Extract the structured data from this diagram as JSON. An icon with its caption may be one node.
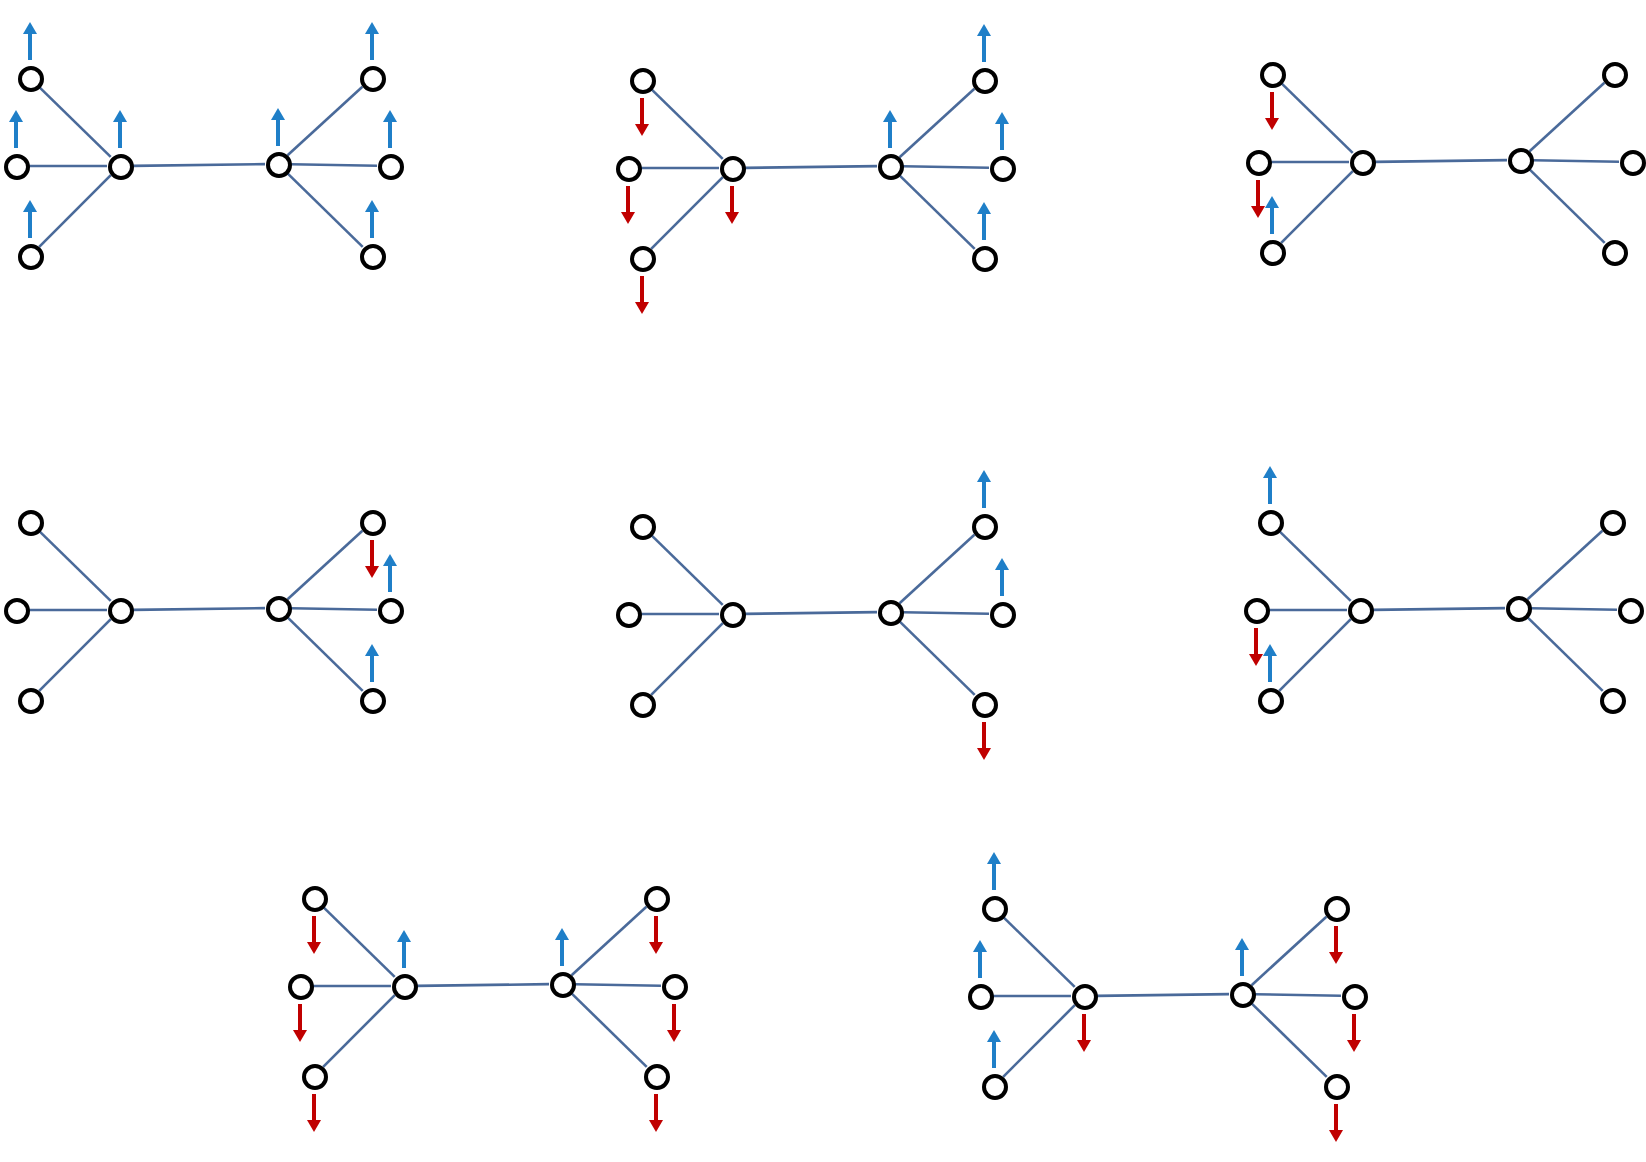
{
  "diagram": {
    "nodes": [
      {
        "text": [],
        "shape": "circle"
      },
      {
        "text": [],
        "shape": "circle"
      },
      {
        "text": [],
        "shape": "circle"
      },
      {
        "text": [],
        "shape": "circle"
      },
      {
        "text": [],
        "shape": "circle"
      },
      {
        "text": [],
        "shape": "circle"
      },
      {
        "text": [],
        "shape": "circle"
      },
      {
        "text": [],
        "shape": "circle"
      },
      {
        "text": [],
        "shape": "circle"
      },
      {
        "text": [],
        "shape": "circle"
      },
      {
        "text": [],
        "shape": "circle"
      },
      {
        "text": [],
        "shape": "circle"
      },
      {
        "text": [],
        "shape": "circle"
      },
      {
        "text": [],
        "shape": "circle"
      },
      {
        "text": [],
        "shape": "circle"
      },
      {
        "text": [],
        "shape": "circle"
      },
      {
        "text": [],
        "shape": "circle"
      },
      {
        "text": [],
        "shape": "circle"
      },
      {
        "text": [],
        "shape": "circle"
      },
      {
        "text": [],
        "shape": "circle"
      },
      {
        "text": [],
        "shape": "circle"
      },
      {
        "text": [],
        "shape": "circle"
      },
      {
        "text": [],
        "shape": "circle"
      },
      {
        "text": [],
        "shape": "circle"
      },
      {
        "text": [],
        "shape": "circle"
      },
      {
        "text": [],
        "shape": "circle"
      },
      {
        "text": [],
        "shape": "circle"
      },
      {
        "text": [],
        "shape": "circle"
      },
      {
        "text": [],
        "shape": "circle"
      },
      {
        "text": [],
        "shape": "circle"
      },
      {
        "text": [],
        "shape": "circle"
      },
      {
        "text": [],
        "shape": "circle"
      },
      {
        "text": [],
        "shape": "circle"
      },
      {
        "text": [],
        "shape": "circle"
      },
      {
        "text": [],
        "shape": "circle"
      },
      {
        "text": [],
        "shape": "circle"
      },
      {
        "text": [],
        "shape": "circle"
      },
      {
        "text": [],
        "shape": "circle"
      },
      {
        "text": [],
        "shape": "circle"
      },
      {
        "text": [],
        "shape": "circle"
      },
      {
        "text": [],
        "shape": "circle"
      },
      {
        "text": [],
        "shape": "circle"
      },
      {
        "text": [],
        "shape": "circle"
      },
      {
        "text": [],
        "shape": "circle"
      },
      {
        "text": [],
        "shape": "circle"
      },
      {
        "text": [],
        "shape": "circle"
      },
      {
        "text": [],
        "shape": "circle"
      },
      {
        "text": [],
        "shape": "circle"
      },
      {
        "text": [],
        "shape": "circle"
      },
      {
        "text": [],
        "shape": "circle"
      },
      {
        "text": [],
        "shape": "circle"
      },
      {
        "text": [],
        "shape": "circle"
      },
      {
        "text": [],
        "shape": "circle"
      },
      {
        "text": [],
        "shape": "circle"
      },
      {
        "text": [],
        "shape": "circle"
      },
      {
        "text": [],
        "shape": "circle"
      },
      {
        "text": [],
        "shape": "circle"
      },
      {
        "text": [],
        "shape": "circle"
      },
      {
        "text": [],
        "shape": "circle"
      },
      {
        "text": [],
        "shape": "circle"
      },
      {
        "text": [],
        "shape": "circle"
      },
      {
        "text": [],
        "shape": "circle"
      },
      {
        "text": [],
        "shape": "circle"
      },
      {
        "text": [],
        "shape": "circle"
      }
    ],
    "edges": [
      {
        "from": 0,
        "to": 3,
        "arrow": "none"
      },
      {
        "from": 1,
        "to": 3,
        "arrow": "none"
      },
      {
        "from": 2,
        "to": 3,
        "arrow": "none"
      },
      {
        "from": 3,
        "to": 4,
        "arrow": "none"
      },
      {
        "from": 4,
        "to": 5,
        "arrow": "none"
      },
      {
        "from": 4,
        "to": 6,
        "arrow": "none"
      },
      {
        "from": 4,
        "to": 7,
        "arrow": "none"
      },
      {
        "from": 8,
        "to": 11,
        "arrow": "none"
      },
      {
        "from": 9,
        "to": 11,
        "arrow": "none"
      },
      {
        "from": 10,
        "to": 11,
        "arrow": "none"
      },
      {
        "from": 11,
        "to": 12,
        "arrow": "none"
      },
      {
        "from": 12,
        "to": 13,
        "arrow": "none"
      },
      {
        "from": 12,
        "to": 14,
        "arrow": "none"
      },
      {
        "from": 12,
        "to": 15,
        "arrow": "none"
      },
      {
        "from": 16,
        "to": 19,
        "arrow": "none"
      },
      {
        "from": 17,
        "to": 19,
        "arrow": "none"
      },
      {
        "from": 18,
        "to": 19,
        "arrow": "none"
      },
      {
        "from": 19,
        "to": 20,
        "arrow": "none"
      },
      {
        "from": 20,
        "to": 21,
        "arrow": "none"
      },
      {
        "from": 20,
        "to": 22,
        "arrow": "none"
      },
      {
        "from": 20,
        "to": 23,
        "arrow": "none"
      },
      {
        "from": 24,
        "to": 27,
        "arrow": "none"
      },
      {
        "from": 25,
        "to": 27,
        "arrow": "none"
      },
      {
        "from": 26,
        "to": 27,
        "arrow": "none"
      },
      {
        "from": 27,
        "to": 28,
        "arrow": "none"
      },
      {
        "from": 28,
        "to": 29,
        "arrow": "none"
      },
      {
        "from": 28,
        "to": 30,
        "arrow": "none"
      },
      {
        "from": 28,
        "to": 31,
        "arrow": "none"
      },
      {
        "from": 32,
        "to": 35,
        "arrow": "none"
      },
      {
        "from": 33,
        "to": 35,
        "arrow": "none"
      },
      {
        "from": 34,
        "to": 35,
        "arrow": "none"
      },
      {
        "from": 35,
        "to": 36,
        "arrow": "none"
      },
      {
        "from": 36,
        "to": 37,
        "arrow": "none"
      },
      {
        "from": 36,
        "to": 38,
        "arrow": "none"
      },
      {
        "from": 36,
        "to": 39,
        "arrow": "none"
      },
      {
        "from": 40,
        "to": 43,
        "arrow": "none"
      },
      {
        "from": 41,
        "to": 43,
        "arrow": "none"
      },
      {
        "from": 42,
        "to": 43,
        "arrow": "none"
      },
      {
        "from": 43,
        "to": 44,
        "arrow": "none"
      },
      {
        "from": 44,
        "to": 45,
        "arrow": "none"
      },
      {
        "from": 44,
        "to": 46,
        "arrow": "none"
      },
      {
        "from": 44,
        "to": 47,
        "arrow": "none"
      },
      {
        "from": 48,
        "to": 51,
        "arrow": "none"
      },
      {
        "from": 49,
        "to": 51,
        "arrow": "none"
      },
      {
        "from": 50,
        "to": 51,
        "arrow": "none"
      },
      {
        "from": 51,
        "to": 52,
        "arrow": "none"
      },
      {
        "from": 52,
        "to": 53,
        "arrow": "none"
      },
      {
        "from": 52,
        "to": 54,
        "arrow": "none"
      },
      {
        "from": 52,
        "to": 55,
        "arrow": "none"
      },
      {
        "from": 56,
        "to": 59,
        "arrow": "none"
      },
      {
        "from": 57,
        "to": 59,
        "arrow": "none"
      },
      {
        "from": 58,
        "to": 59,
        "arrow": "none"
      },
      {
        "from": 59,
        "to": 60,
        "arrow": "none"
      },
      {
        "from": 60,
        "to": 61,
        "arrow": "none"
      },
      {
        "from": 60,
        "to": 62,
        "arrow": "none"
      },
      {
        "from": 60,
        "to": 63,
        "arrow": "none"
      }
    ]
  }
}
